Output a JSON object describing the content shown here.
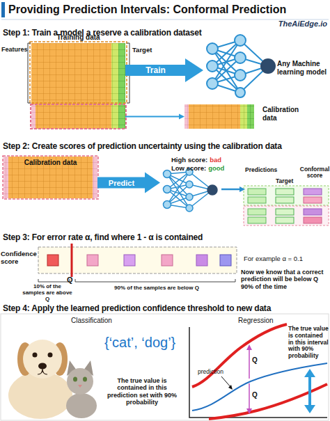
{
  "diagram": {
    "title": "Providing Prediction Intervals: Conformal Prediction",
    "nodes": [
      {
        "text": [
          "Training data"
        ]
      },
      {
        "text": [
          "Any Machine learning model"
        ]
      },
      {
        "text": [
          "Calibration data"
        ]
      },
      {
        "text": [
          "Calibration data"
        ]
      },
      {
        "text": [
          "High score:",
          "bad",
          "Low score:",
          "good"
        ]
      },
      {
        "text": [
          "Predictions",
          "Target",
          "Conformal score"
        ]
      },
      {
        "text": [
          "Confidence score"
        ]
      },
      {
        "text": [
          "Classification",
          "{‘cat’, ‘dog’}",
          "The true value is contained in this prediction set with 90% probability"
        ]
      },
      {
        "text": [
          "Regression",
          "The true value is contained in this interval with 90% probability"
        ]
      }
    ],
    "edges": [
      {
        "from": 0,
        "to": 1,
        "label": "Train",
        "arrow": "to"
      },
      {
        "from": 0,
        "to": 2,
        "arrow": "to"
      },
      {
        "from": 3,
        "to": 4,
        "label": "Predict",
        "arrow": "to"
      },
      {
        "from": 4,
        "to": 5,
        "arrow": "to"
      }
    ],
    "labels": [
      "TheAiEdge.io",
      "Step 1: Train a model a reserve a calibration dataset",
      "Features",
      "Target",
      "Step 2: Create scores of prediction uncertainty using the calibration data",
      "Step 3: For error rate α, find where 1 - α is contained",
      "Q",
      "10% of the samples are above Q",
      "90% of the samples are below Q",
      "For example α = 0.1",
      "Now we know that a correct prediction will be below Q 90% of the time",
      "Step 4: Apply the learned prediction confidence threshold to new data",
      "prediction",
      "Q",
      "Q"
    ]
  }
}
